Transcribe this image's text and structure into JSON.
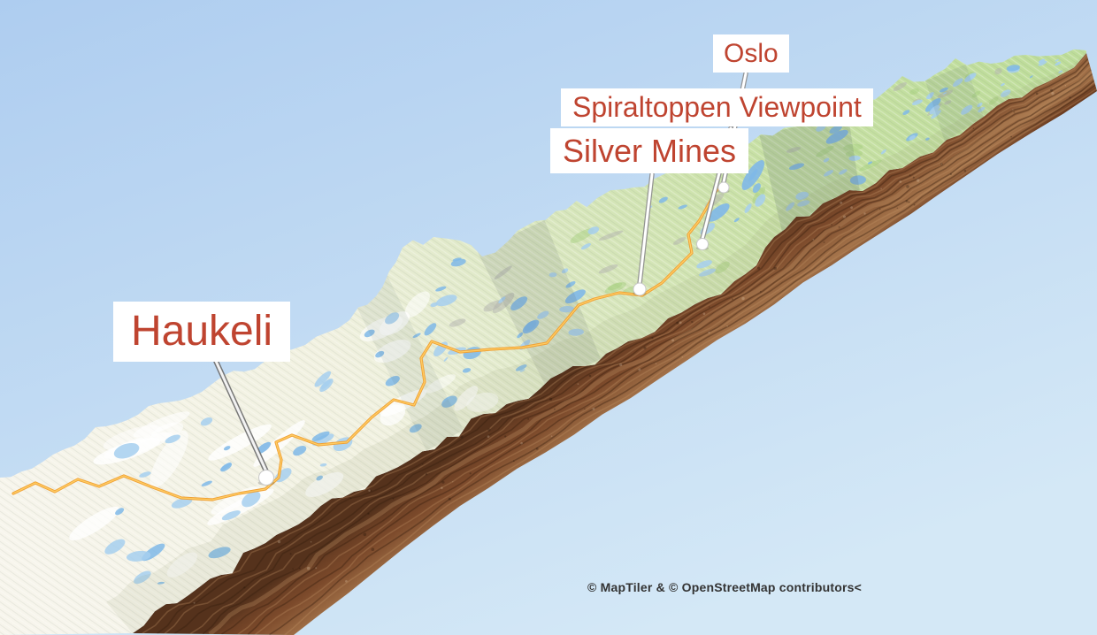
{
  "map": {
    "labels": [
      {
        "id": "oslo",
        "text": "Oslo"
      },
      {
        "id": "spiraltoppen",
        "text": "Spiraltoppen Viewpoint"
      },
      {
        "id": "silver-mines",
        "text": "Silver Mines"
      },
      {
        "id": "haukeli",
        "text": "Haukeli"
      }
    ],
    "attribution": "© MapTiler & © OpenStreetMap contributors<",
    "palette": {
      "sky_top": "#aecdf0",
      "sky_bottom": "#d4e8f6",
      "terrain_low": "#f7f5ec",
      "terrain_mid": "#dde8c4",
      "terrain_high": "#bedd9a",
      "water": "#7fb8e8",
      "water_light": "#a6cfef",
      "road": "#f0a136",
      "road_core": "#ffd066",
      "cliff_dark": "#4a2b18",
      "cliff_mid": "#7c4a2b",
      "cliff_light": "#96653f",
      "label_text": "#bf4430",
      "label_bg": "#ffffff",
      "marker_fill": "#ffffff",
      "leader_line": "#8f8f8f",
      "attribution_text": "#333333"
    }
  }
}
